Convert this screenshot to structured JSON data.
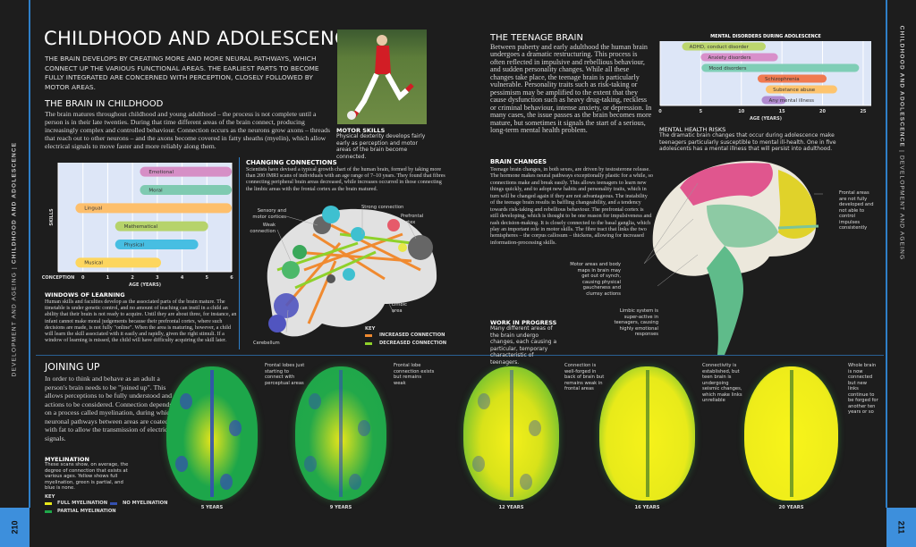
{
  "spine_left": {
    "section": "DEVELOPMENT AND AGEING",
    "chapter": "CHILDHOOD AND ADOLESCENCE",
    "page": "210"
  },
  "spine_right": {
    "chapter": "CHILDHOOD AND ADOLESCENCE",
    "section": "DEVELOPMENT AND AGEING",
    "page": "211"
  },
  "title": "CHILDHOOD AND ADOLESCENCE",
  "intro": "THE BRAIN DEVELOPS BY CREATING MORE AND MORE NEURAL PATHWAYS, WHICH CONNECT UP THE VARIOUS FUNCTIONAL AREAS. THE EARLIEST PARTS TO BECOME FULLY INTEGRATED ARE CONCERNED WITH PERCEPTION, CLOSELY FOLLOWED BY MOTOR AREAS.",
  "childhood": {
    "heading": "THE BRAIN IN CHILDHOOD",
    "body": "The brain matures throughout childhood and young adulthood – the process is not complete until a person is in their late twenties. During that time different areas of the brain connect, producing increasingly complex and controlled behaviour. Connection occurs as the neurons grow axons – threads that reach out to other neurons – and the axons become covered in fatty sheaths (myelin), which allow electrical signals to move faster and more reliably along them."
  },
  "motor_skills": {
    "heading": "MOTOR SKILLS",
    "body": "Physical dexterity develops fairly early as perception and motor areas of the brain become connected."
  },
  "windows": {
    "heading": "WINDOWS OF LEARNING",
    "body": "Human skills and faculties develop as the associated parts of the brain mature. The timetable is under genetic control, and no amount of teaching can instil in a child an ability that their brain is not ready to acquire. Until they are about three, for instance, an infant cannot make moral judgements because their prefrontal cortex, where such decisions are made, is not fully \"online\". When the area is maturing, however, a child will learn the skill associated with it easily and rapidly, given the right stimuli. If a window of learning is missed, the child will have difficulty acquiring the skill later."
  },
  "connections": {
    "heading": "CHANGING CONNECTIONS",
    "body": "Scientists have devised a typical growth chart of the human brain, formed by taking more than 200 fMRI scans of individuals with an age range of 7–10 years. They found that fibres connecting peripheral brain areas decreased, while increases occurred in those connecting the limbic areas with the frontal cortex as the brain matured.",
    "labels": {
      "strong": "Strong connection",
      "sensory": "Sensory and motor cortices",
      "weak": "Weak connection",
      "prefrontal": "Prefrontal cortex",
      "limbic": "Limbic area",
      "cerebellum": "Cerebellum"
    },
    "key": {
      "title": "KEY",
      "increased": "INCREASED CONNECTION",
      "decreased": "DECREASED CONNECTION",
      "increased_color": "#f08a30",
      "decreased_color": "#8fd12a"
    }
  },
  "joining": {
    "heading": "JOINING UP",
    "body": "In order to think and behave as an adult a person's brain needs to be \"joined up\". This allows perceptions to be fully understood and actions to be considered. Connection depends on a process called myelination, during which neuronal pathways between areas are coated with fat to allow the transmission of electrical signals."
  },
  "myelination": {
    "heading": "MYELINATION",
    "body": "These scans show, on average, the degree of connection that exists at various ages. Yellow shows full myelination, green is partial, and blue is none.",
    "key": {
      "title": "KEY",
      "full": "FULL MYELINATION",
      "partial": "PARTIAL MYELINATION",
      "none": "NO MYELINATION",
      "full_color": "#e8e81a",
      "partial_color": "#1fa84a",
      "none_color": "#3450b0"
    }
  },
  "scans": [
    {
      "age": "5 YEARS",
      "note": "Frontal lobes just starting to connect with perceptual areas"
    },
    {
      "age": "9 YEARS",
      "note": "Frontal lobe connection exists but remains weak"
    },
    {
      "age": "12 YEARS",
      "note": "Connection is well-forged in back of brain but remains weak in frontal areas"
    },
    {
      "age": "16 YEARS",
      "note": "Connectivity is established, but teen brain is undergoing seismic changes, which make links unreliable"
    },
    {
      "age": "20 YEARS",
      "note": "Whole brain is now connected but new links continue to be forged for another ten years or so"
    }
  ],
  "teenage": {
    "heading": "THE TEENAGE BRAIN",
    "body": "Between puberty and early adulthood the human brain undergoes a dramatic restructuring. This process is often reflected in impulsive and rebellious behaviour, and sudden personality changes. While all these changes take place, the teenage brain is particularly vulnerable. Personality traits such as risk-taking or pessimism may be amplified to the extent that they cause dysfunction such as heavy drug-taking, reckless or criminal behaviour, intense anxiety, or depression. In many cases, the issue passes as the brain becomes more mature, but sometimes it signals the start of a serious, long-term mental health problem."
  },
  "brain_changes": {
    "heading": "BRAIN CHANGES",
    "body": "Teenage brain changes, in both sexes, are driven by testosterone release. The hormone makes neural pathways exceptionally plastic for a while, so connections make and break easily. This allows teenagers to learn new things quickly, and to adopt new habits and personality traits, which in turn will be changed again if they are not advantageous. The instability of the teenage brain results in baffling changeability, and a tendency towards risk-taking and rebellious behaviour. The prefrontal cortex is still developing, which is thought to be one reason for impulsiveness and rash decision-making. It is closely connected to the basal ganglia, which play an important role in motor skills. The fibre tract that links the two hemispheres – the corpus callosum – thickens, allowing for increased information-processing skills."
  },
  "work": {
    "heading": "WORK IN PROGRESS",
    "body": "Many different areas of the brain undergo changes, each causing a particular, temporary characteristic of teenagers."
  },
  "mental_health": {
    "heading": "MENTAL HEALTH RISKS",
    "body": "The dramatic brain changes that occur during adolescence make teenagers particularly susceptible to mental ill-health. One in five adolescents has a mental illness that will persist into adulthood."
  },
  "teen_brain_labels": {
    "frontal": "Frontal areas are not fully developed and not able to control impulses consistently",
    "motor": "Motor areas and body maps in brain may get out of synch, causing physical gaucheness and clumsy actions",
    "limbic": "Limbic system is super-active in teenagers, causing highly emotional responses"
  },
  "chart_data": [
    {
      "type": "bar",
      "orientation": "horizontal-range",
      "title": "",
      "ylabel": "SKILLS",
      "xlabel": "AGE (YEARS)",
      "x_ticks": [
        "CONCEPTION",
        "0",
        "1",
        "2",
        "3",
        "4",
        "5",
        "6"
      ],
      "xlim": [
        -1,
        6
      ],
      "grid": true,
      "series": [
        {
          "name": "Emotional",
          "start": 2.3,
          "end": 6,
          "color": "#d68fc6"
        },
        {
          "name": "Moral",
          "start": 2.3,
          "end": 6,
          "color": "#7fcab1"
        },
        {
          "name": "Lingual",
          "start": -0.3,
          "end": 6,
          "color": "#fdbf6c"
        },
        {
          "name": "Mathematical",
          "start": 1.3,
          "end": 5.05,
          "color": "#b6d36b"
        },
        {
          "name": "Physical",
          "start": 1.3,
          "end": 4.65,
          "color": "#47bee2"
        },
        {
          "name": "Musical",
          "start": -0.3,
          "end": 3.15,
          "color": "#fdd65e"
        }
      ]
    },
    {
      "type": "bar",
      "orientation": "horizontal-range",
      "title": "MENTAL DISORDERS DURING ADOLESCENCE",
      "xlabel": "AGE (YEARS)",
      "x_ticks": [
        "0",
        "5",
        "10",
        "15",
        "20",
        "25"
      ],
      "xlim": [
        0,
        26
      ],
      "grid": true,
      "series": [
        {
          "name": "ADHD, conduct disorder",
          "start": 2.7,
          "end": 13,
          "color": "#bcd66e"
        },
        {
          "name": "Anxiety disorders",
          "start": 5,
          "end": 14.5,
          "color": "#d88fca"
        },
        {
          "name": "Mood disorders",
          "start": 5.1,
          "end": 24.5,
          "color": "#7fceb6"
        },
        {
          "name": "Schizophrenia",
          "start": 12,
          "end": 20.5,
          "color": "#f07a50"
        },
        {
          "name": "Substance abuse",
          "start": 13,
          "end": 21.8,
          "color": "#fdc46e"
        },
        {
          "name": "Any mental illness",
          "start": 12.5,
          "end": 15.5,
          "color": "#b08ad0"
        }
      ]
    }
  ]
}
